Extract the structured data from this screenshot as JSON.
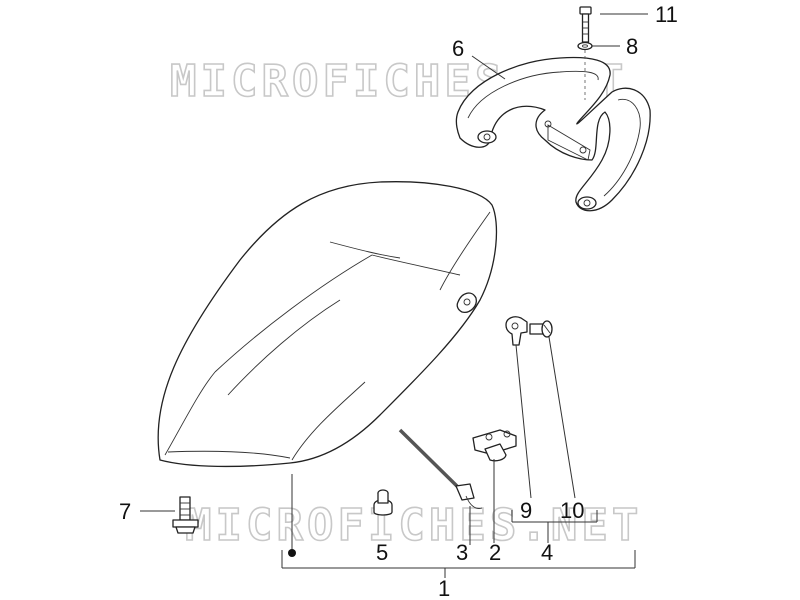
{
  "watermark": "MICROFICHES.NET",
  "callouts": {
    "c1": "1",
    "c2": "2",
    "c3": "3",
    "c4": "4",
    "c5": "5",
    "c6": "6",
    "c7": "7",
    "c8": "8",
    "c9": "9",
    "c10": "10",
    "c11": "11"
  }
}
